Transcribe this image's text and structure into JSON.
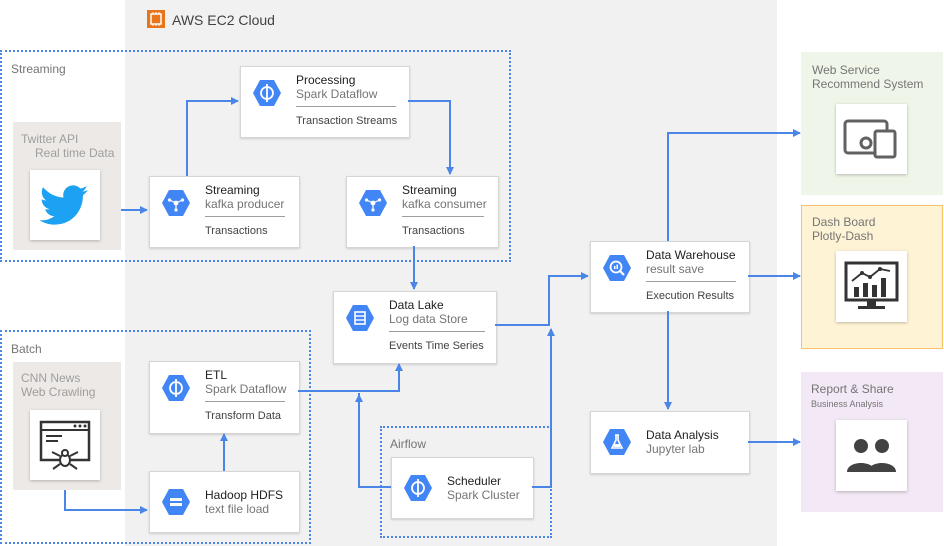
{
  "cloud": {
    "title": "AWS EC2 Cloud"
  },
  "groups": {
    "streaming": "Streaming",
    "batch": "Batch",
    "airflow": "Airflow"
  },
  "sources": {
    "twitter": {
      "line1": "Twitter API",
      "line2": "Real time Data"
    },
    "cnn": {
      "line1": "CNN News",
      "line2": "Web Crawling"
    }
  },
  "nodes": {
    "processing": {
      "title": "Processing",
      "subtitle": "Spark Dataflow",
      "footer": "Transaction Streams"
    },
    "producer": {
      "title": "Streaming",
      "subtitle": "kafka producer",
      "footer": "Transactions"
    },
    "consumer": {
      "title": "Streaming",
      "subtitle": "kafka consumer",
      "footer": "Transactions"
    },
    "datalake": {
      "title": "Data Lake",
      "subtitle": "Log data Store",
      "footer": "Events Time Series"
    },
    "etl": {
      "title": "ETL",
      "subtitle": "Spark Dataflow",
      "footer": "Transform Data"
    },
    "hdfs": {
      "title": "Hadoop HDFS",
      "subtitle": "text file load"
    },
    "scheduler": {
      "title": "Scheduler",
      "subtitle": "Spark Cluster"
    },
    "warehouse": {
      "title": "Data Warehouse",
      "subtitle": "result save",
      "footer": "Execution Results"
    },
    "analysis": {
      "title": "Data Analysis",
      "subtitle": "Jupyter lab"
    }
  },
  "outputs": {
    "web": {
      "line1": "Web Service",
      "line2": "Recommend System"
    },
    "dash": {
      "line1": "Dash Board",
      "line2": "Plotly-Dash"
    },
    "report": {
      "line1": "Report & Share",
      "line2": "Business Analysis"
    }
  },
  "colors": {
    "arrow": "#4a86e8",
    "hex": "#4285f4",
    "web_bg": "#eff6e9",
    "dash_bg": "#fff3d6",
    "dash_border": "#f6c26b",
    "report_bg": "#f3e8f5",
    "aws_orange": "#e8741c"
  }
}
